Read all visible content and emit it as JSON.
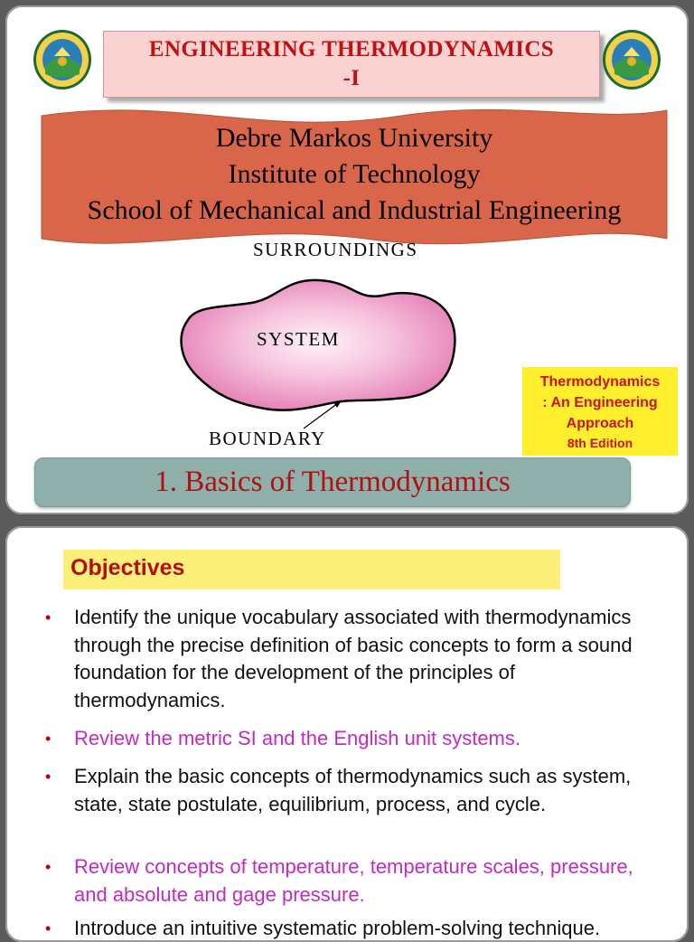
{
  "slide1": {
    "title_line_1": "ENGINEERING  THERMODYNAMICS",
    "title_line_2": "-I",
    "banner_lines": [
      "Debre Markos University",
      "Institute of Technology",
      "School of Mechanical and Industrial Engineering"
    ],
    "diagram": {
      "surroundings": "SURROUNDINGS",
      "system": "SYSTEM",
      "boundary": "BOUNDARY"
    },
    "book": {
      "line_1": "Thermodynamics",
      "line_2": ": An Engineering",
      "line_3": "Approach",
      "edition": "8th Edition"
    },
    "chapter_title": "1. Basics of Thermodynamics"
  },
  "slide2": {
    "heading": "Objectives",
    "bullets": [
      "Identify the unique vocabulary associated with thermodynamics through the precise definition of basic concepts to form a sound foundation for the development of the principles of thermodynamics.",
      "Review the metric SI and the English unit systems.",
      "Explain the basic concepts of thermodynamics such as system, state, state postulate, equilibrium, process, and cycle.",
      "Review concepts of temperature, temperature scales, pressure, and absolute and gage pressure.",
      "Introduce an intuitive systematic problem-solving technique."
    ]
  },
  "colors": {
    "title_red": "#c11010",
    "title_box_pink": "#fbd2d2",
    "banner_orange": "#d9664a",
    "blob_pink": "#f4a9cf",
    "book_yellow": "#ffef2d",
    "chapter_teal": "#8fafab",
    "objectives_yellow": "#fdf07a",
    "bullet_magenta": "#c12bc1"
  },
  "icons": {
    "seal": "university-seal-icon",
    "arrow": "boundary-arrow-icon"
  }
}
